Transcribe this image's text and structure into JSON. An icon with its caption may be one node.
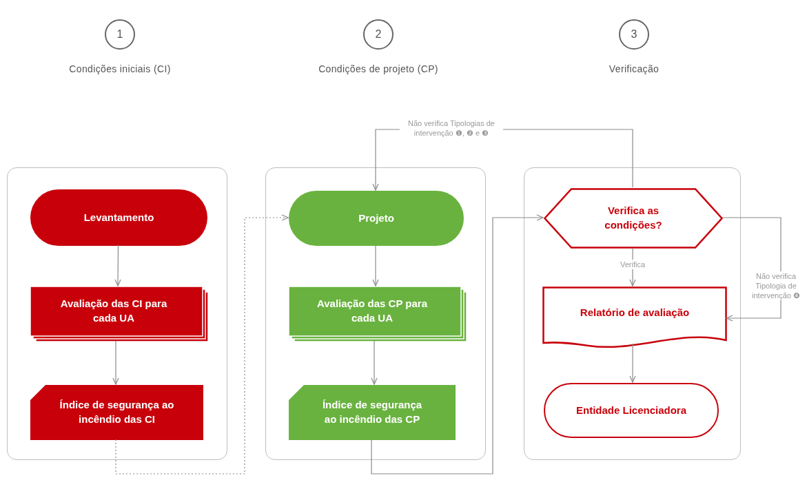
{
  "diagram": {
    "nodes": [
      {
        "text": [
          "1"
        ],
        "beside": [
          "Condições iniciais (CI)"
        ]
      },
      {
        "text": [
          "2"
        ],
        "beside": [
          "Condições de projeto (CP)"
        ]
      },
      {
        "text": [
          "3"
        ],
        "beside": [
          "Verificação"
        ]
      },
      {
        "text": [],
        "shape": "box"
      },
      {
        "text": [
          "Levantamento"
        ],
        "in": 3
      },
      {
        "text": [
          "Avaliação das CI para cada UA"
        ],
        "in": 3
      },
      {
        "text": [
          "Índice de segurança ao incêndio das CI"
        ],
        "in": 3
      },
      {
        "text": [],
        "shape": "box"
      },
      {
        "text": [
          "Projeto"
        ],
        "in": 7
      },
      {
        "text": [
          "Avaliação das CP para cada UA"
        ],
        "in": 7
      },
      {
        "text": [
          "Índice de segurança ao incêndio das CP"
        ],
        "in": 7
      },
      {
        "text": [],
        "shape": "box"
      },
      {
        "text": [
          "Verifica as condições?"
        ],
        "in": 11
      },
      {
        "text": [
          "Relatório de avaliação"
        ],
        "in": 11
      },
      {
        "text": [
          "Entidade Licenciadora"
        ],
        "in": 11
      }
    ],
    "edges": [
      {
        "from": 4,
        "to": 5,
        "arrow": "to"
      },
      {
        "from": 5,
        "to": 6,
        "arrow": "to"
      },
      {
        "from": 6,
        "to": 8,
        "arrow": "to",
        "style": "dashed"
      },
      {
        "from": 8,
        "to": 9,
        "arrow": "to"
      },
      {
        "from": 9,
        "to": 10,
        "arrow": "to"
      },
      {
        "from": 10,
        "to": 12,
        "arrow": "to"
      },
      {
        "from": 12,
        "to": 8,
        "arrow": "to",
        "label": "Não verifica Tipologias de intervenção ❶, ❷ e ❸"
      },
      {
        "from": 12,
        "to": 13,
        "arrow": "to",
        "label": "Verifica"
      },
      {
        "from": 12,
        "to": 13,
        "arrow": "to",
        "label": "Não verifica Tipologia de intervenção ❹"
      },
      {
        "from": 13,
        "to": 14,
        "arrow": "to"
      }
    ]
  }
}
